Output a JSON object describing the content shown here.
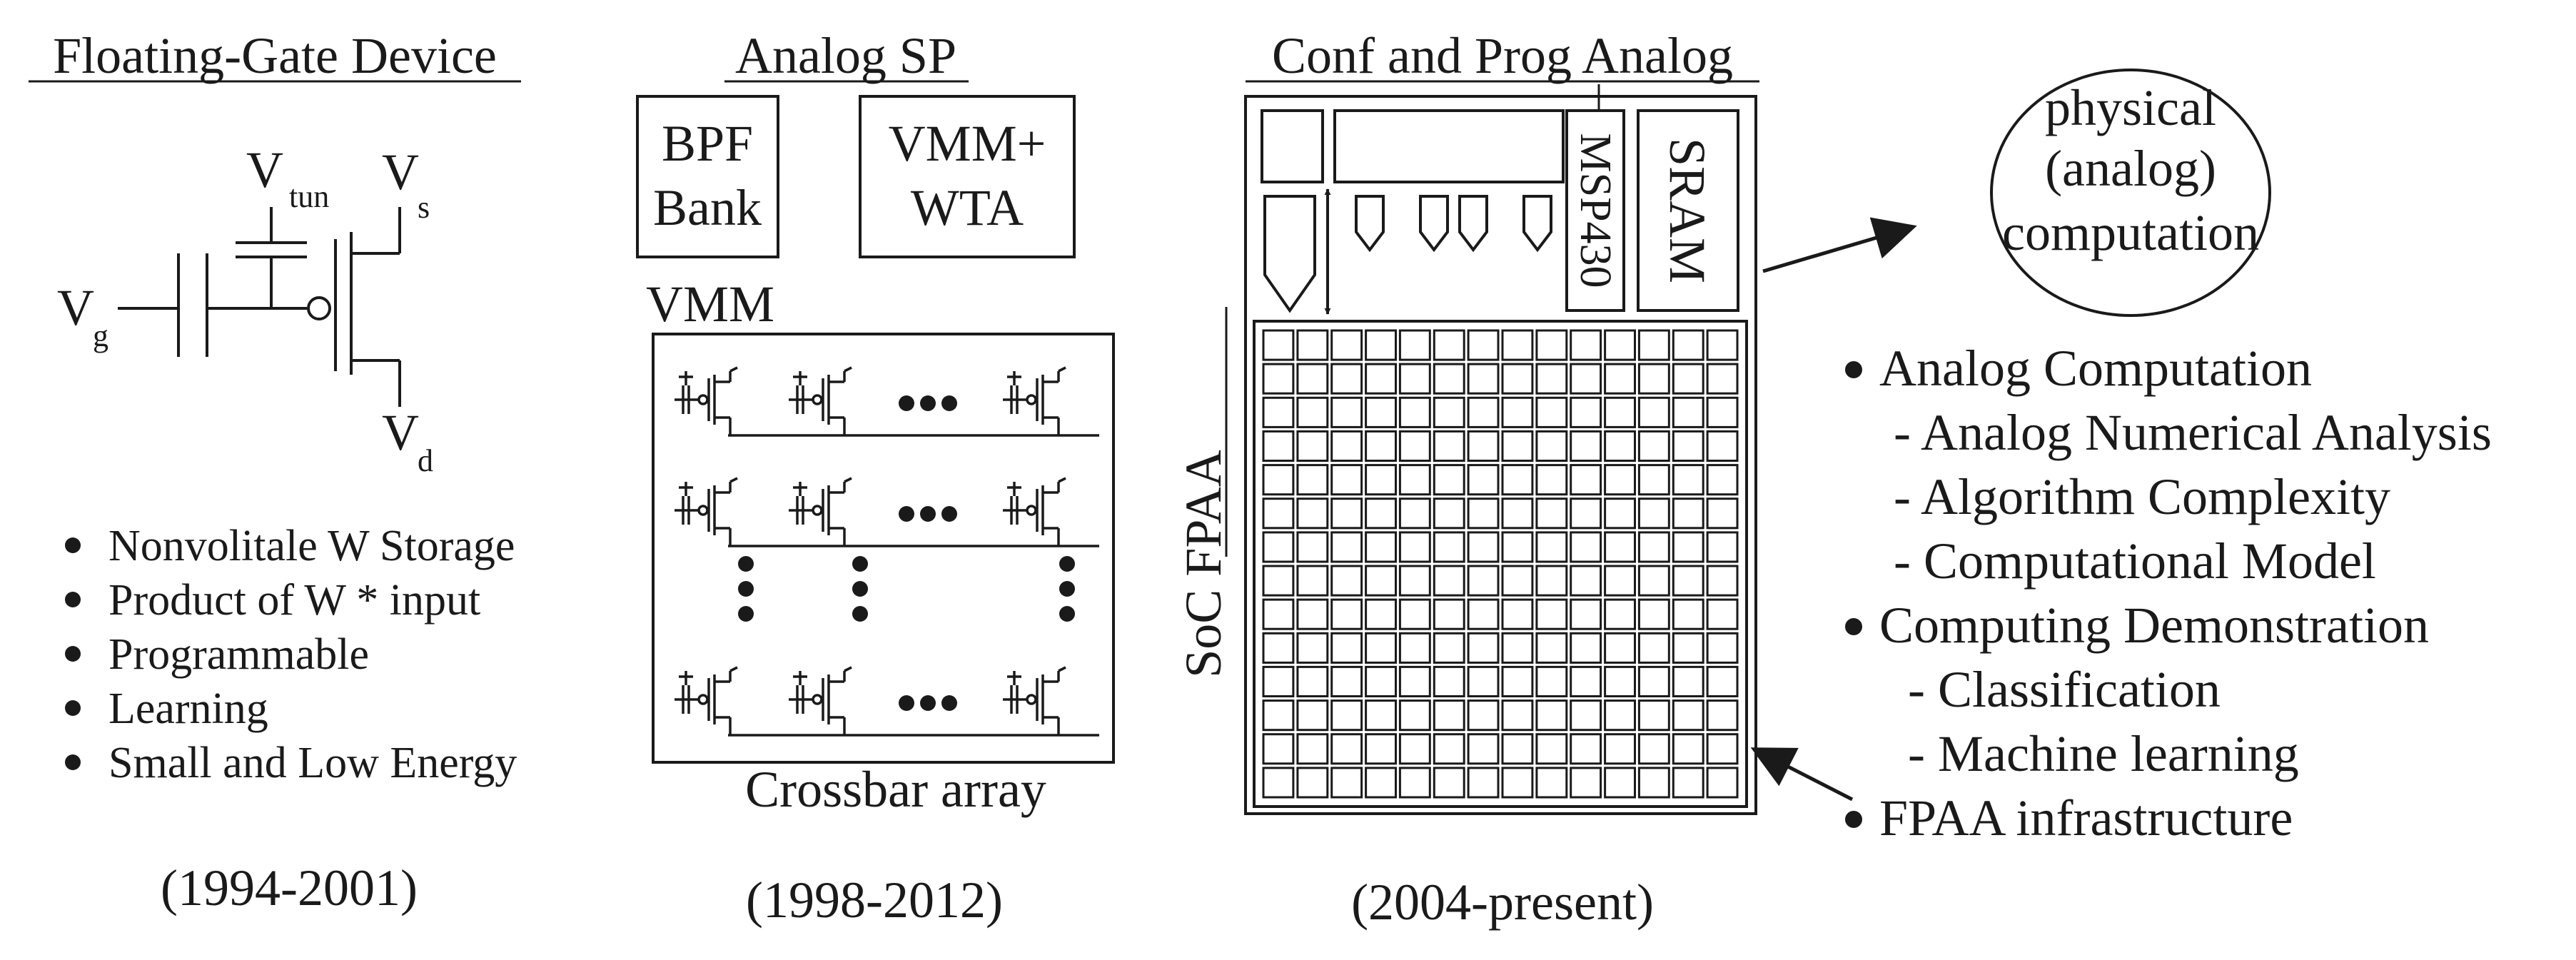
{
  "panels": {
    "floating_gate": {
      "title": "Floating-Gate Device",
      "labels": {
        "vtun_main": "V",
        "vtun_sub": "tun",
        "vs_main": "V",
        "vs_sub": "s",
        "vg_main": "V",
        "vg_sub": "g",
        "vd_main": "V",
        "vd_sub": "d"
      },
      "bullets": [
        "Nonvolitale W Storage",
        "Product of W * input",
        "Programmable",
        "Learning",
        "Small and Low Energy"
      ],
      "years": "(1994-2001)"
    },
    "analog_sp": {
      "title": "Analog SP",
      "box1_line1": "BPF",
      "box1_line2": "Bank",
      "box2_line1": "VMM+",
      "box2_line2": "WTA",
      "vmm_label": "VMM",
      "crossbar_label": "Crossbar array",
      "years": "(1998-2012)"
    },
    "conf_prog": {
      "title": "Conf and Prog Analog",
      "side_label": "SoC FPAA",
      "msp_label": "MSP430",
      "sram_label": "SRAM",
      "grid_rows": 14,
      "grid_cols": 14,
      "years": "(2004-present)"
    },
    "physical": {
      "ellipse_line1": "physical",
      "ellipse_line2": "(analog)",
      "ellipse_line3": "computation",
      "list": [
        {
          "text": "Analog Computation",
          "bullet": true
        },
        {
          "text": "- Analog Numerical Analysis",
          "bullet": false
        },
        {
          "text": "- Algorithm Complexity",
          "bullet": false
        },
        {
          "text": "- Computational Model",
          "bullet": false
        },
        {
          "text": "Computing Demonstration",
          "bullet": true
        },
        {
          "text": "- Classification",
          "bullet": false
        },
        {
          "text": "- Machine learning",
          "bullet": false
        },
        {
          "text": "FPAA infrastructure",
          "bullet": true
        }
      ]
    }
  }
}
